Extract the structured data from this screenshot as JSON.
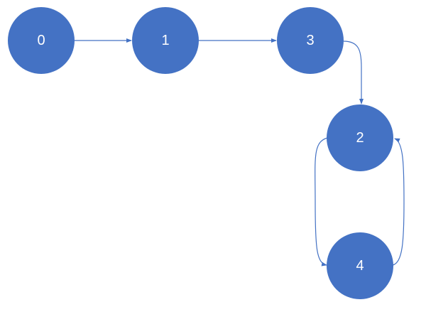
{
  "diagram": {
    "node_color": "#4472C4",
    "edge_color": "#4472C4",
    "label_color": "#FFFFFF",
    "nodes": [
      {
        "id": "n0",
        "label": "0"
      },
      {
        "id": "n1",
        "label": "1"
      },
      {
        "id": "n3",
        "label": "3"
      },
      {
        "id": "n2",
        "label": "2"
      },
      {
        "id": "n4",
        "label": "4"
      }
    ],
    "edges": [
      {
        "from": "0",
        "to": "1"
      },
      {
        "from": "1",
        "to": "3"
      },
      {
        "from": "3",
        "to": "2"
      },
      {
        "from": "2",
        "to": "4"
      },
      {
        "from": "4",
        "to": "2"
      }
    ]
  }
}
